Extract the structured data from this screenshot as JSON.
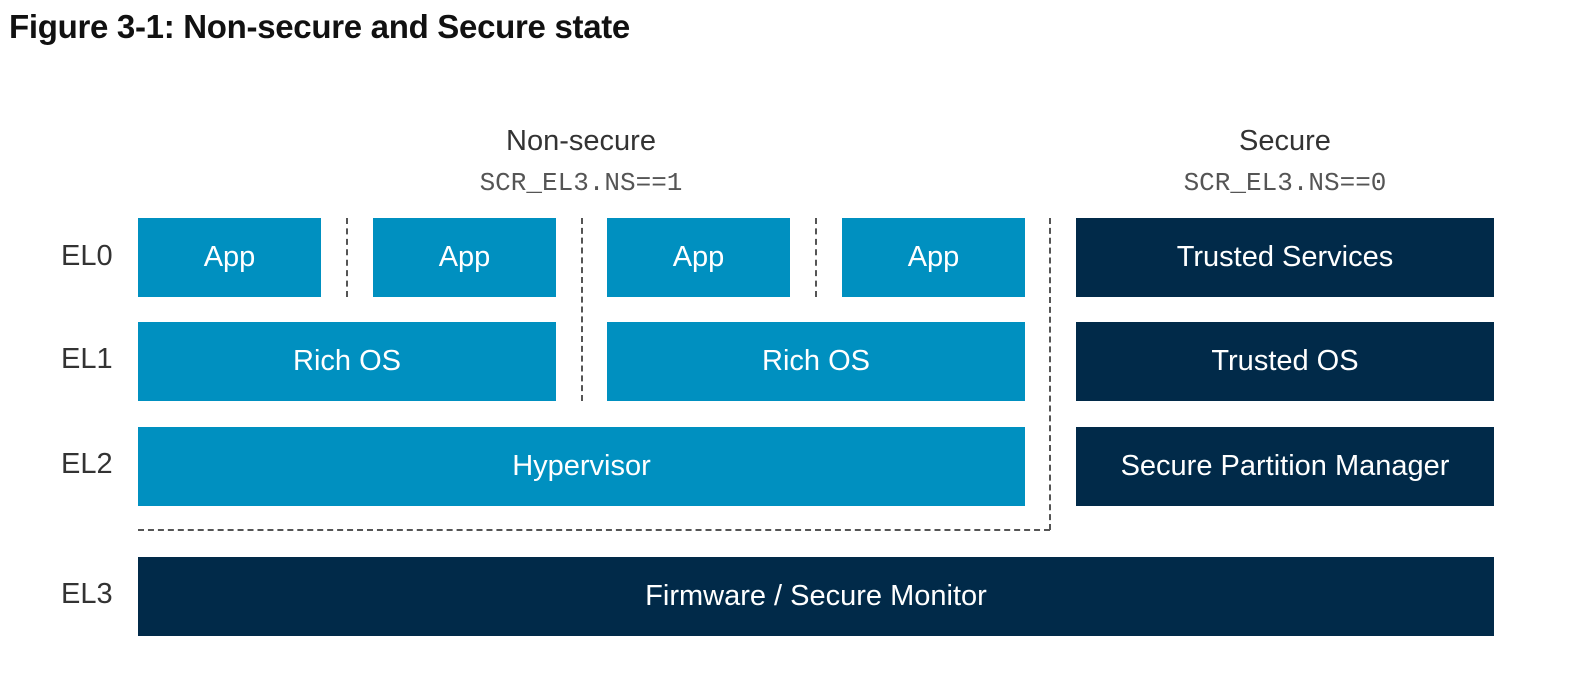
{
  "figure": {
    "title": "Figure 3-1: Non-secure and Secure state"
  },
  "states": {
    "nonsecure": {
      "name": "Non-secure",
      "register": "SCR_EL3.NS==1"
    },
    "secure": {
      "name": "Secure",
      "register": "SCR_EL3.NS==0"
    }
  },
  "levels": {
    "el0": "EL0",
    "el1": "EL1",
    "el2": "EL2",
    "el3": "EL3"
  },
  "nonsecure_boxes": {
    "apps": [
      "App",
      "App",
      "App",
      "App"
    ],
    "rich_os": [
      "Rich OS",
      "Rich OS"
    ],
    "hypervisor": "Hypervisor"
  },
  "secure_boxes": {
    "el0": "Trusted Services",
    "el1": "Trusted OS",
    "el2": "Secure Partition Manager"
  },
  "el3_box": "Firmware / Secure Monitor",
  "colors": {
    "nonsecure": "#0090c0",
    "secure": "#012a49"
  }
}
